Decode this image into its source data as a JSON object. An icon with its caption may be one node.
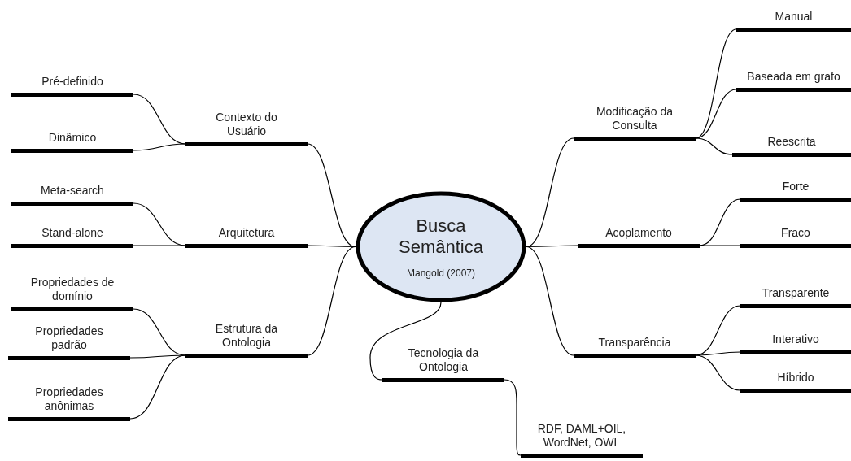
{
  "diagram": {
    "nodes": [
      {
        "text": [
          "Busca Semântica",
          "Mangold (2007)"
        ]
      },
      {
        "text": [
          "Contexto do Usuário"
        ]
      },
      {
        "text": [
          "Pré-definido"
        ]
      },
      {
        "text": [
          "Dinâmico"
        ]
      },
      {
        "text": [
          "Arquitetura"
        ]
      },
      {
        "text": [
          "Meta-search"
        ]
      },
      {
        "text": [
          "Stand-alone"
        ]
      },
      {
        "text": [
          "Estrutura da Ontologia"
        ]
      },
      {
        "text": [
          "Propriedades de domínio"
        ]
      },
      {
        "text": [
          "Propriedades padrão"
        ]
      },
      {
        "text": [
          "Propriedades anônimas"
        ]
      },
      {
        "text": [
          "Modificação da Consulta"
        ]
      },
      {
        "text": [
          "Manual"
        ]
      },
      {
        "text": [
          "Baseada em grafo"
        ]
      },
      {
        "text": [
          "Reescrita"
        ]
      },
      {
        "text": [
          "Acoplamento"
        ]
      },
      {
        "text": [
          "Forte"
        ]
      },
      {
        "text": [
          "Fraco"
        ]
      },
      {
        "text": [
          "Transparência"
        ]
      },
      {
        "text": [
          "Transparente"
        ]
      },
      {
        "text": [
          "Interativo"
        ]
      },
      {
        "text": [
          "Híbrido"
        ]
      },
      {
        "text": [
          "Tecnologia da Ontologia"
        ]
      },
      {
        "text": [
          "RDF, DAML+OIL, WordNet, OWL"
        ]
      }
    ],
    "edges": [
      {
        "from": 0,
        "to": 1,
        "arrow": "none"
      },
      {
        "from": 1,
        "to": 2,
        "arrow": "none"
      },
      {
        "from": 1,
        "to": 3,
        "arrow": "none"
      },
      {
        "from": 0,
        "to": 4,
        "arrow": "none"
      },
      {
        "from": 4,
        "to": 5,
        "arrow": "none"
      },
      {
        "from": 4,
        "to": 6,
        "arrow": "none"
      },
      {
        "from": 0,
        "to": 7,
        "arrow": "none"
      },
      {
        "from": 7,
        "to": 8,
        "arrow": "none"
      },
      {
        "from": 7,
        "to": 9,
        "arrow": "none"
      },
      {
        "from": 7,
        "to": 10,
        "arrow": "none"
      },
      {
        "from": 0,
        "to": 11,
        "arrow": "none"
      },
      {
        "from": 11,
        "to": 12,
        "arrow": "none"
      },
      {
        "from": 11,
        "to": 13,
        "arrow": "none"
      },
      {
        "from": 11,
        "to": 14,
        "arrow": "none"
      },
      {
        "from": 0,
        "to": 15,
        "arrow": "none"
      },
      {
        "from": 15,
        "to": 16,
        "arrow": "none"
      },
      {
        "from": 15,
        "to": 17,
        "arrow": "none"
      },
      {
        "from": 0,
        "to": 18,
        "arrow": "none"
      },
      {
        "from": 18,
        "to": 19,
        "arrow": "none"
      },
      {
        "from": 18,
        "to": 20,
        "arrow": "none"
      },
      {
        "from": 18,
        "to": 21,
        "arrow": "none"
      },
      {
        "from": 0,
        "to": 22,
        "arrow": "none"
      },
      {
        "from": 22,
        "to": 23,
        "arrow": "none"
      }
    ]
  }
}
